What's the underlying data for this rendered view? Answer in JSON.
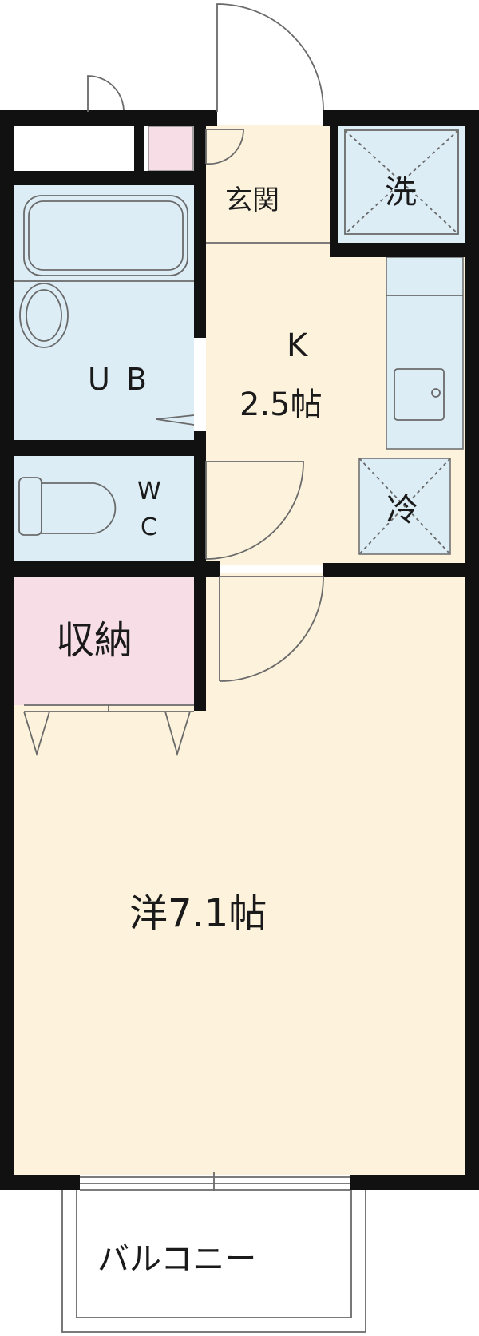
{
  "rooms": {
    "entrance": "玄関",
    "washer": "洗",
    "kitchen_name": "K",
    "kitchen_size": "2.5帖",
    "bath": "UB",
    "toilet_w": "W",
    "toilet_c": "C",
    "fridge": "冷",
    "storage": "収納",
    "western": "洋7.1帖",
    "balcony": "バルコニー"
  },
  "colors": {
    "wall": "#111111",
    "floor": "#fdf3dd",
    "wet": "#dcedf6",
    "storage": "#f6dde6",
    "line": "#6a6a6a"
  }
}
